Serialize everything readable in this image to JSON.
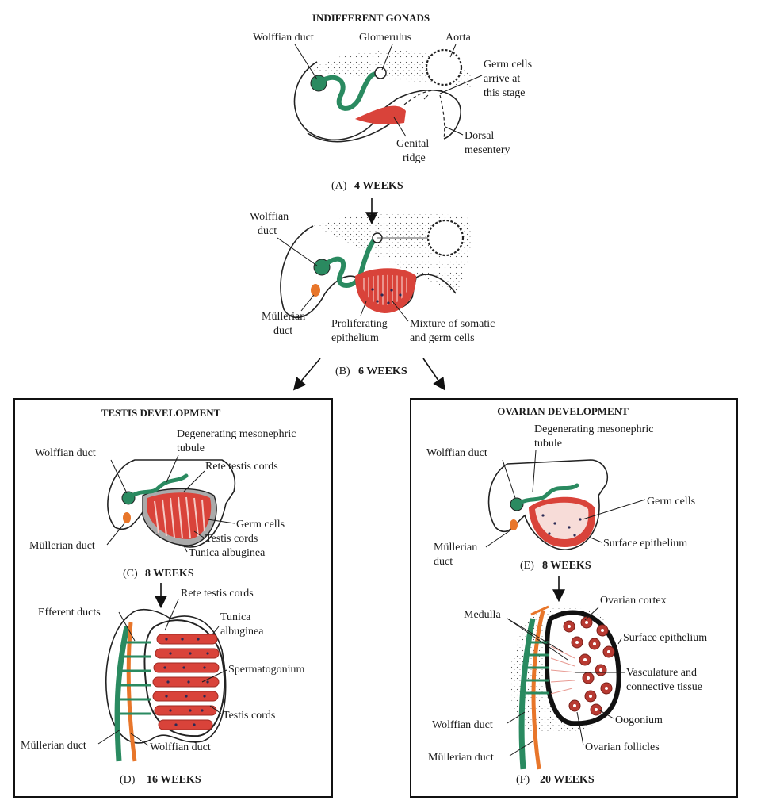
{
  "title": "INDIFFERENT GONADS",
  "panelA": {
    "labels": {
      "wolffian": "Wolffian duct",
      "glomerulus": "Glomerulus",
      "aorta": "Aorta",
      "germ1": "Germ cells",
      "germ2": "arrive at",
      "germ3": "this stage",
      "genital1": "Genital",
      "genital2": "ridge",
      "dorsal1": "Dorsal",
      "dorsal2": "mesentery"
    },
    "caption_letter": "(A)",
    "caption_age": "4 WEEKS"
  },
  "panelB": {
    "labels": {
      "wolffian1": "Wolffian",
      "wolffian2": "duct",
      "mullerian1": "Müllerian",
      "mullerian2": "duct",
      "prolif1": "Proliferating",
      "prolif2": "epithelium",
      "mix1": "Mixture of somatic",
      "mix2": "and germ cells"
    },
    "caption_letter": "(B)",
    "caption_age": "6 WEEKS"
  },
  "testis": {
    "title": "TESTIS DEVELOPMENT",
    "panelC": {
      "labels": {
        "wolffian": "Wolffian duct",
        "degen1": "Degenerating mesonephric",
        "degen2": "tubule",
        "rete": "Rete testis cords",
        "germ": "Germ cells",
        "cords": "Testis cords",
        "tunica": "Tunica albuginea",
        "mullerian": "Müllerian duct"
      },
      "caption_letter": "(C)",
      "caption_age": "8 WEEKS"
    },
    "panelD": {
      "labels": {
        "rete": "Rete testis cords",
        "efferent": "Efferent ducts",
        "tunica1": "Tunica",
        "tunica2": "albuginea",
        "sperm": "Spermatogonium",
        "cords": "Testis cords",
        "mullerian": "Müllerian duct",
        "wolffian": "Wolffian duct"
      },
      "caption_letter": "(D)",
      "caption_age": "16 WEEKS"
    }
  },
  "ovary": {
    "title": "OVARIAN DEVELOPMENT",
    "panelE": {
      "labels": {
        "degen1": "Degenerating mesonephric",
        "degen2": "tubule",
        "wolffian": "Wolffian duct",
        "germ": "Germ cells",
        "mullerian1": "Müllerian",
        "mullerian2": "duct",
        "surface": "Surface epithelium"
      },
      "caption_letter": "(E)",
      "caption_age": "8 WEEKS"
    },
    "panelF": {
      "labels": {
        "cortex": "Ovarian cortex",
        "medulla": "Medulla",
        "surface": "Surface epithelium",
        "vasc1": "Vasculature and",
        "vasc2": "connective tissue",
        "oogonium": "Oogonium",
        "wolffian": "Wolffian duct",
        "follicles": "Ovarian follicles",
        "mullerian": "Müllerian duct"
      },
      "caption_letter": "(F)",
      "caption_age": "20 WEEKS"
    }
  },
  "colors": {
    "duct_green": "#2a8a60",
    "red_tissue": "#d9433a",
    "mullerian_orange": "#e8762a"
  }
}
